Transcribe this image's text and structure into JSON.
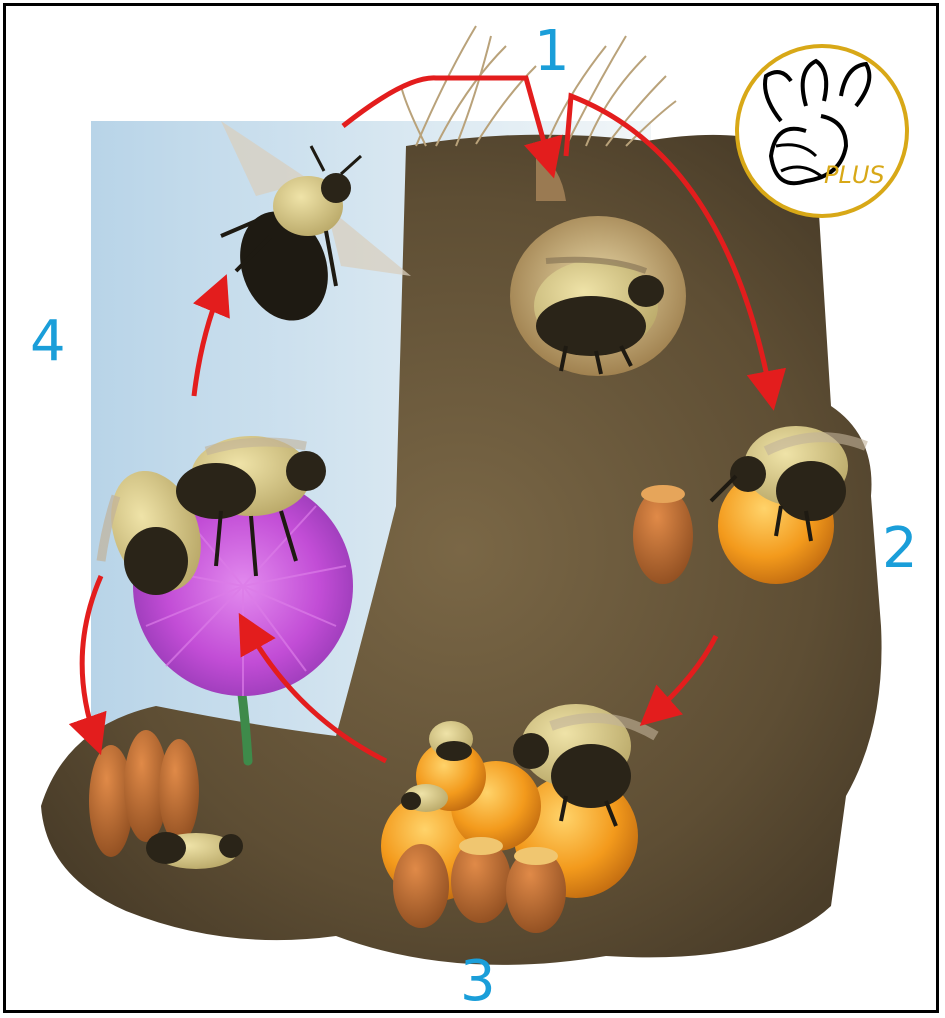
{
  "stages": [
    {
      "number": "1"
    },
    {
      "number": "2"
    },
    {
      "number": "3"
    },
    {
      "number": "4"
    }
  ],
  "logo": {
    "text": "PLUS",
    "icon": "bee-plus-logo-icon",
    "color": "#d8a817"
  },
  "colors": {
    "stage_numbers": "#1a9ed9",
    "arrows": "#e31d1d",
    "soil": "#6b5a3e",
    "sky": "#cfe2ef",
    "thistle": "#c24dd6",
    "brood_cells": "#f3a22a",
    "cocoons": "#b8672e"
  }
}
